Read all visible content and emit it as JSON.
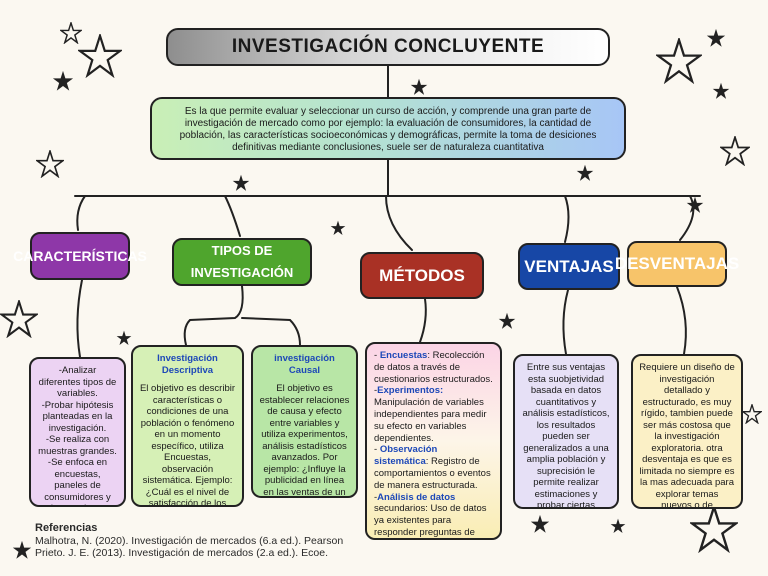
{
  "title": "INVESTIGACIÓN CONCLUYENTE",
  "intro": "Es la que permite evaluar y seleccionar un curso de acción, y comprende una gran parte de investigación de mercado como por ejemplo: la evaluación de consumidores, la cantidad de población, las características socioeconómicas y demográficas, permite la toma de desiciones definitivas mediante conclusiones, suele ser de naturaleza cuantitativa",
  "branches": {
    "caracteristicas": {
      "heading": "CARACTERÍSTICAS",
      "lines": [
        "-Analizar diferentes tipos de variables.",
        "-Probar hipótesis planteadas en la investigación.",
        "-Se realiza con muestras grandes.",
        "-Se enfoca en encuestas, paneles de consumidores y observaciones."
      ]
    },
    "tipos": {
      "heading": "TIPOS DE INVESTIGACIÓN",
      "descriptiva": {
        "title": "Investigación Descriptiva",
        "text": "El objetivo es describir características o condiciones de una población o fenómeno en un momento específico, utiliza Encuestas, observación sistemática. Ejemplo: ¿Cuál es el nivel de satisfacción de los clientes con un nuevo producto?"
      },
      "causal": {
        "title": "investigación Causal",
        "text": "El objetivo es establecer relaciones de causa y efecto entre variables y utiliza experimentos, análisis estadísticos avanzados. Por ejemplo: ¿Influye la publicidad en línea en las ventas de un producto?"
      }
    },
    "metodos": {
      "heading": "MÉTODOS",
      "items": [
        {
          "prefix": "- ",
          "term": "Encuestas",
          "text": ": Recolección de datos a través de cuestionarios estructurados."
        },
        {
          "prefix": "-",
          "term": "Experimentos:",
          "text": " Manipulación de variables independientes para medir su efecto en variables dependientes."
        },
        {
          "prefix": "- ",
          "term": "Observación sistemática",
          "text": ": Registro de comportamientos o eventos de manera estructurada."
        },
        {
          "prefix": "-",
          "term": "Análisis de datos",
          "text": " secundarios: Uso de datos ya existentes para responder preguntas de investigación."
        }
      ]
    },
    "ventajas": {
      "heading": "VENTAJAS",
      "text": "Entre sus ventajas esta suobjetividad basada en datos cuantitativos y análisis estadísticos, los resultados pueden ser generalizados a una amplia población y suprecisión le permite realizar estimaciones y probar ciertas hipótesis"
    },
    "desventajas": {
      "heading": "DESVENTAJAS",
      "text": "Requiere un diseño de investigación detallado y estructurado, es muy rígido, tambien puede ser más costosa que la investigación exploratoria. otra desventaja es que es limitada no siempre es la mas adecuada para explorar temas nuevos o de complejidad alta."
    }
  },
  "references": {
    "heading": "Referencias",
    "items": [
      "Malhotra, N. (2020). Investigación de mercados (6.a ed.). Pearson",
      "Prieto. J. E. (2013). Investigación de mercados (2.a ed.). Ecoe."
    ]
  },
  "colors": {
    "caracteristicas": "#8e37a8",
    "tipos": "#4fa52d",
    "metodos": "#a93125",
    "ventajas": "#1747a6",
    "desventajas": "#f7c46a",
    "background": "#fbf8f1"
  },
  "icons": [
    "star-icon"
  ]
}
